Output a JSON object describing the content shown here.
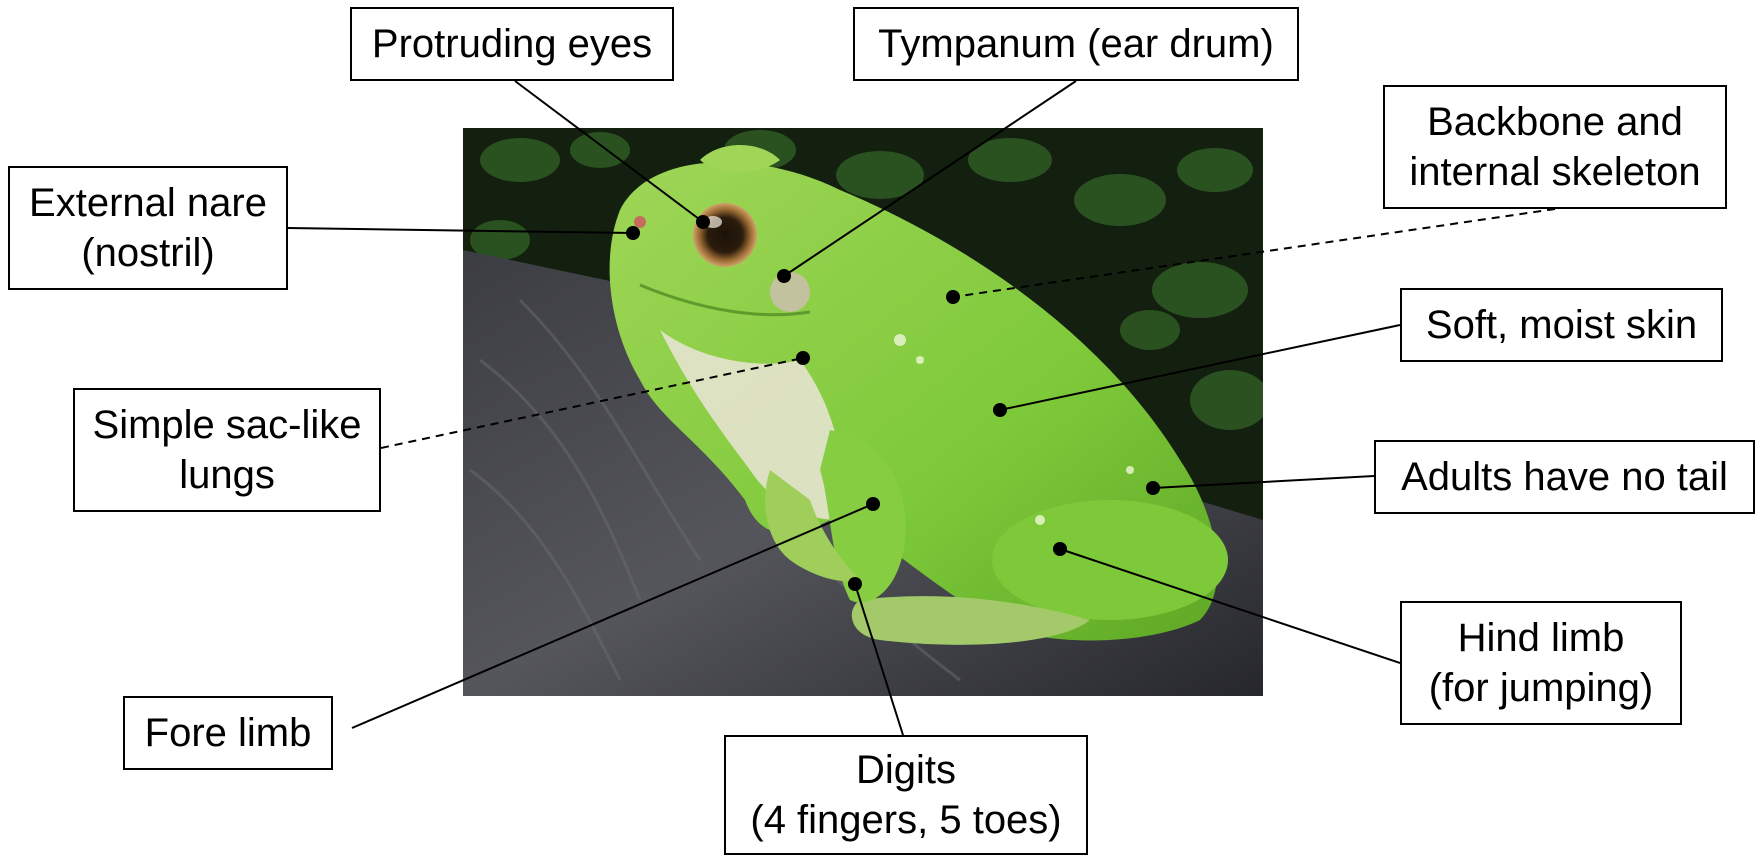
{
  "labels": {
    "protruding_eyes": [
      "Protruding eyes"
    ],
    "tympanum": [
      "Tympanum (ear drum)"
    ],
    "backbone": [
      "Backbone and",
      "internal skeleton"
    ],
    "external_nare": [
      "External nare",
      "(nostril)"
    ],
    "soft_skin": [
      "Soft, moist skin"
    ],
    "lungs": [
      "Simple sac-like",
      "lungs"
    ],
    "no_tail": [
      "Adults have no tail"
    ],
    "hind_limb": [
      "Hind limb",
      "(for jumping)"
    ],
    "fore_limb": [
      "Fore limb"
    ],
    "digits": [
      "Digits",
      "(4 fingers, 5 toes)"
    ]
  },
  "colors": {
    "frog_green": "#7ec93a",
    "frog_light": "#a9dc63",
    "belly": "#e6e3cf",
    "log_dark": "#2a2b30",
    "log_mid": "#4b4c52",
    "foliage_dark": "#14200f",
    "foliage_leaf": "#2f5a24",
    "leader_line": "#000000",
    "logo_green": "#8bbf3a"
  }
}
